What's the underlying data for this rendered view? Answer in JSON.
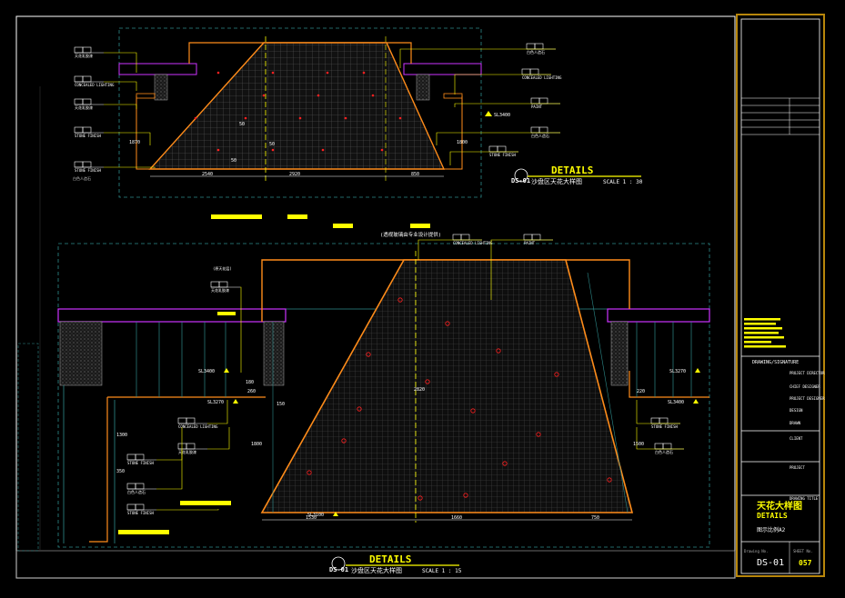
{
  "top_detail": {
    "heading": "DETAILS",
    "code": "DS-01",
    "title": "沙盘区天花大样图",
    "scale": "SCALE 1 : 30",
    "dims": [
      "2540",
      "2920",
      "850",
      "50",
      "50",
      "50",
      "1870",
      "1800"
    ],
    "labels_left": [
      "天花乳胶漆",
      "CONCEALED LIGHTING",
      "天花乳胶漆",
      "STONE FINISH",
      "STONE FINISH",
      "白色人造石"
    ],
    "labels_right": [
      "白色人造石",
      "CONCEALED LIGHTING",
      "PAINT",
      "白色人造石",
      "STONE FINISH"
    ],
    "level_mark": "SL3400"
  },
  "bottom_detail": {
    "heading": "DETAILS",
    "code": "DS-01",
    "title": "沙盘区天花大样图",
    "scale": "SCALE 1 : 15",
    "note": "(透视玻璃由专业设计提供)",
    "dims": [
      "1530",
      "1660",
      "750",
      "2820",
      "1800",
      "1500",
      "1300",
      "350",
      "180",
      "260",
      "220",
      "150"
    ],
    "labels": [
      "(原天花层)",
      "天花乳胶漆",
      "CONCEALED LIGHTING",
      "天花乳胶漆",
      "STONE FINISH",
      "白色人造石",
      "STONE FINISH",
      "CONCEALED LIGHTING",
      "PAINT",
      "STONE FINISH",
      "白色人造石"
    ],
    "levels": [
      "SL3400",
      "SL3270",
      "SL3100",
      "SL3270",
      "SL3400"
    ]
  },
  "title_block": {
    "signature_header": "DRAWING/SIGNATURE",
    "fields": [
      "PROJECT DIRECTOR",
      "CHIEF DESIGNER",
      "PROJECT DESIGNER",
      "DESIGN",
      "DRAWN",
      "CLIENT",
      "PROJECT",
      "DRAWING TITLE"
    ],
    "drawing_title_cn": "天花大样图",
    "drawing_title_en": "DETAILS",
    "scale_note": "图示比例A2",
    "drawing_no_label": "Drawing No.",
    "sheet_no_label": "SHEET No.",
    "drawing_no": "DS-01",
    "sheet_no": "057"
  },
  "colors": {
    "frame": "#ffffff",
    "title_border": "#b8860b",
    "yellow": "#ffff00",
    "orange": "#ff8c1a",
    "magenta": "#cc33ff",
    "teal": "#2e8b8b",
    "red": "#ff2020"
  }
}
